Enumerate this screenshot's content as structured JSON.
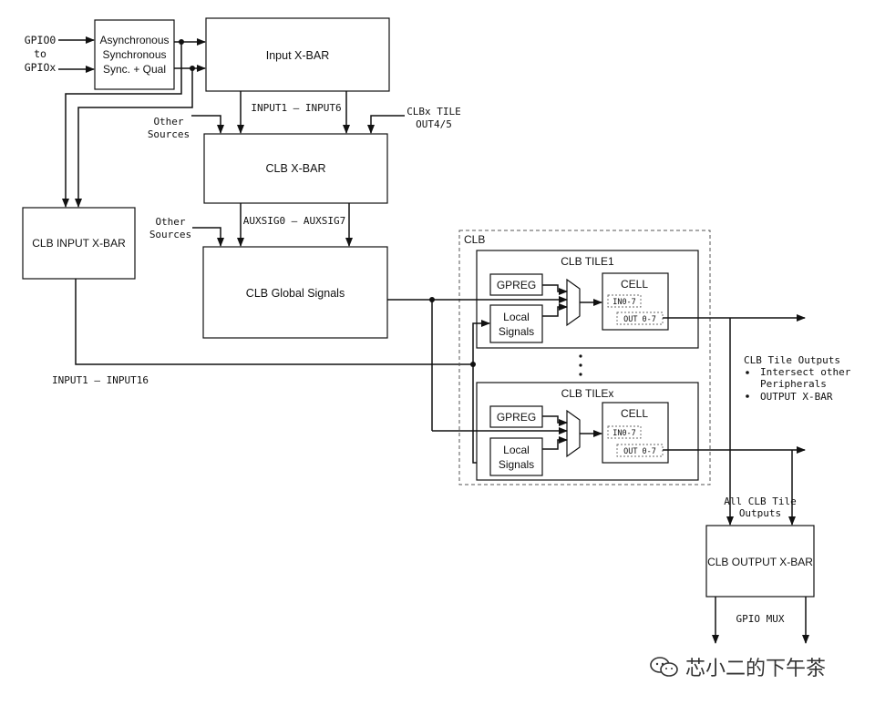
{
  "sync_block": [
    "Asynchronous",
    "Synchronous",
    "Sync. + Qual"
  ],
  "gpio_input": [
    "GPIO0",
    "to",
    "GPIOx"
  ],
  "input_xbar": "Input X-BAR",
  "input_range": "INPUT1 – INPUT6",
  "clbx_tile_out": [
    "CLBx TILE",
    "OUT4/5"
  ],
  "other_sources": [
    "Other",
    "Sources"
  ],
  "clb_xbar": "CLB X-BAR",
  "auxsig": "AUXSIG0 – AUXSIG7",
  "clb_global_signals": "CLB Global Signals",
  "clb_input_xbar": "CLB INPUT X-BAR",
  "input_range_16": "INPUT1 – INPUT16",
  "clb_label": "CLB",
  "tiles": [
    {
      "title": "CLB TILE1",
      "gpreg": "GPREG",
      "local": [
        "Local",
        "Signals"
      ],
      "cell": "CELL",
      "in": "IN0-7",
      "out": "OUT 0-7"
    },
    {
      "title": "CLB TILEx",
      "gpreg": "GPREG",
      "local": [
        "Local",
        "Signals"
      ],
      "cell": "CELL",
      "in": "IN0-7",
      "out": "OUT 0-7"
    }
  ],
  "ellipsis": "·\n·\n·",
  "tile_outputs": {
    "title": "CLB Tile Outputs",
    "bullets": [
      "Intersect other",
      "Peripherals",
      "OUTPUT X-BAR"
    ]
  },
  "all_outputs": [
    "All CLB Tile",
    "Outputs"
  ],
  "clb_output_xbar": "CLB OUTPUT X-BAR",
  "gpio_mux": "GPIO MUX",
  "watermark": "芯小二的下午茶",
  "colors": {
    "line": "#111111",
    "dashed": "#555555"
  }
}
